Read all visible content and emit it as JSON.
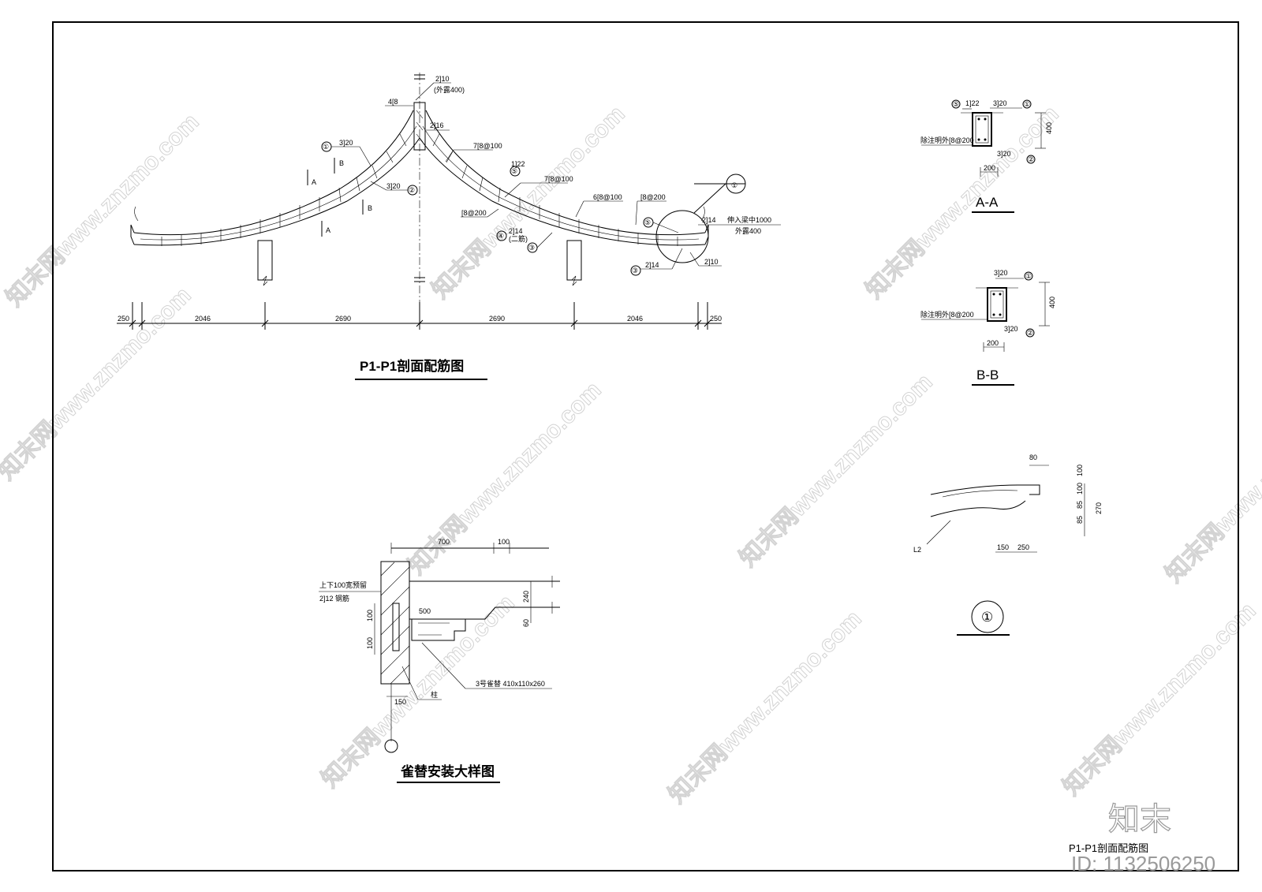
{
  "main_section": {
    "title": "P1-P1剖面配筋图",
    "dims": [
      "250",
      "2046",
      "2690",
      "2690",
      "2046",
      "250"
    ],
    "labels": {
      "top_bar": "2]10",
      "top_bar_note": "(外露400)",
      "ridge_bars": "4[8",
      "bar_3d20": "3]20",
      "bar_3d20_b": "3]20",
      "bar_2d16": "2]16",
      "stirrup_a": "7[8@100",
      "stirrup_b": "7[8@100",
      "stirrup_c": "6[8@100",
      "stirrup_d": "[8@200",
      "stirrup_e": "[8@200",
      "bar_1d22": "1]22",
      "bar_2d14": "2]14",
      "bar_2d14_note": "(二筋)",
      "bar_2d14_r": "2]14",
      "bar_2d14_r_note1": "伸入梁中1000",
      "bar_2d14_r_note2": "外露400",
      "bar_2d14_b": "2]14",
      "bar_2d10_b": "2]10",
      "cut_a": "A",
      "cut_b": "B",
      "mark_1": "①",
      "mark_2": "②",
      "mark_3": "③",
      "mark_4": "④",
      "mark_5": "⑤",
      "detail_ref": "①"
    }
  },
  "section_aa": {
    "title": "A-A",
    "bar_top_left": "1]22",
    "bar_top_right": "3]20",
    "bar_bottom": "3]20",
    "stirrup": "除注明外[8@200",
    "height": "400",
    "width": "200",
    "mark_1": "①",
    "mark_2": "②",
    "mark_5": "⑤"
  },
  "section_bb": {
    "title": "B-B",
    "bar_top": "3]20",
    "bar_bottom": "3]20",
    "stirrup": "除注明外[8@200",
    "height": "400",
    "width": "200",
    "mark_1": "①",
    "mark_2": "②"
  },
  "detail_1": {
    "title": "①",
    "beam_label": "L2",
    "dims": {
      "top": "80",
      "r1": "100",
      "r2": "100",
      "r3": "85",
      "r4": "85",
      "r5": "270",
      "bottom_a": "150",
      "bottom_b": "250"
    }
  },
  "bracket_detail": {
    "title": "雀替安装大样图",
    "dim_700": "700",
    "dim_100": "100",
    "dim_240": "240",
    "dim_60": "60",
    "dim_500": "500",
    "dim_v100a": "100",
    "dim_v100b": "100",
    "dim_150": "150",
    "note1": "上下100宽预留",
    "note2": "2]12 钢筋",
    "note3": "3号雀替 410x110x260",
    "note4": "柱"
  },
  "footer": {
    "sheet_title": "P1-P1剖面配筋图",
    "logo": "知末",
    "id": "ID: 1132506250"
  },
  "watermark": "知末网www.znzmo.com"
}
